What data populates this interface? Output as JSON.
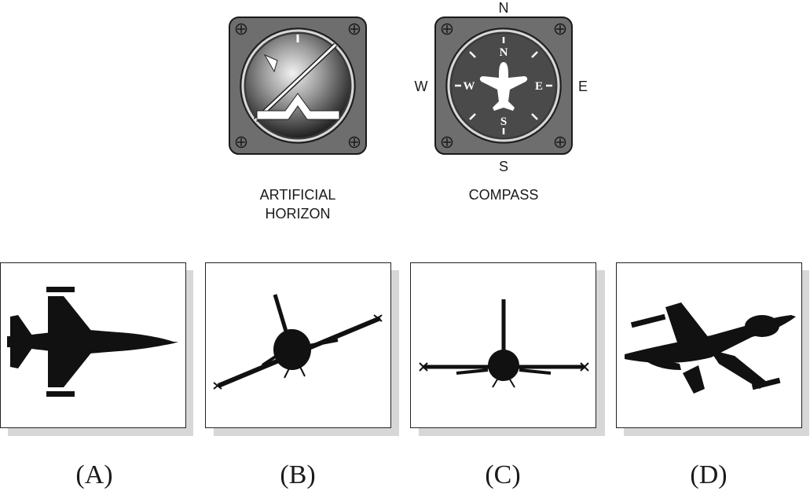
{
  "instruments": {
    "horizon": {
      "label_line1": "ARTIFICIAL",
      "label_line2": "HORIZON"
    },
    "compass": {
      "label": "COMPASS",
      "outer_north": "N",
      "outer_south": "S",
      "outer_west": "W",
      "outer_east": "E",
      "dial_north": "N",
      "dial_south": "S",
      "dial_west": "W",
      "dial_east": "E"
    }
  },
  "options": [
    {
      "label": "(A)",
      "view": "top-view-level"
    },
    {
      "label": "(B)",
      "view": "rear-view-banked"
    },
    {
      "label": "(C)",
      "view": "rear-view-level"
    },
    {
      "label": "(D)",
      "view": "top-view-banked"
    }
  ],
  "colors": {
    "panel_gray": "#6e6e6e",
    "dial_dark": "#2e2e2e",
    "silhouette": "#111111",
    "shadow": "#d7d7d7"
  }
}
